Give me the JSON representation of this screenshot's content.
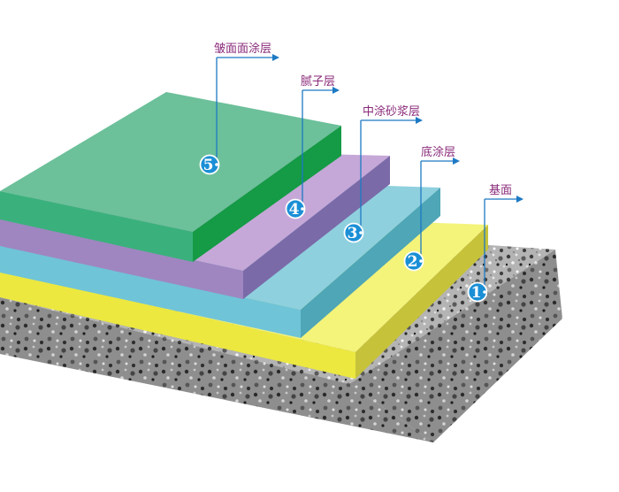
{
  "colors": {
    "background": "#ffffff",
    "label_text": "#8a2a7a",
    "leader_line": "#1c79c4",
    "badge_fill": "#1a8fd6",
    "badge_text": "#ffffff",
    "substrate": "#a8a8a8",
    "primer": "#e6e34a",
    "mortar": "#7fc6d8",
    "putty": "#b096c8",
    "topcoat": "#5ab98a"
  },
  "layers": [
    {
      "number": "1",
      "label": "基面",
      "icon": "granite-substrate"
    },
    {
      "number": "2",
      "label": "底涂层",
      "icon": "yellow-primer"
    },
    {
      "number": "3",
      "label": "中涂砂浆层",
      "icon": "blue-mortar"
    },
    {
      "number": "4",
      "label": "腻子层",
      "icon": "purple-putty"
    },
    {
      "number": "5",
      "label": "皱面面涂层",
      "icon": "green-topcoat"
    }
  ]
}
